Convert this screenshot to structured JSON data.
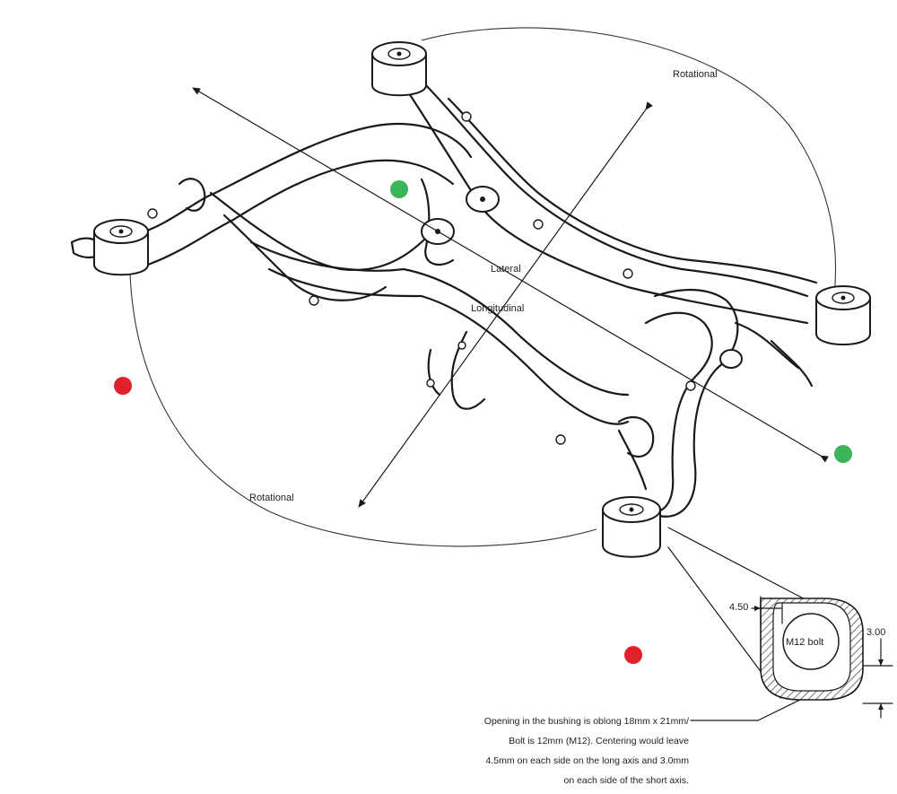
{
  "labels": {
    "rotational_top": "Rotational",
    "rotational_bottom": "Rotational",
    "lateral": "Lateral",
    "longitudinal": "Longitudinal"
  },
  "detail": {
    "dim_long": "4.50",
    "dim_short": "3.00",
    "bolt": "M12 bolt"
  },
  "note": {
    "lines": [
      "Opening in the bushing is oblong 18mm x 21mm/",
      "Bolt is 12mm (M12).  Centering would leave",
      "4.5mm on each side on the long axis and 3.0mm",
      "on each side of the short axis."
    ]
  },
  "markers": {
    "green_color": "#3cb55a",
    "red_color": "#e0202b"
  }
}
